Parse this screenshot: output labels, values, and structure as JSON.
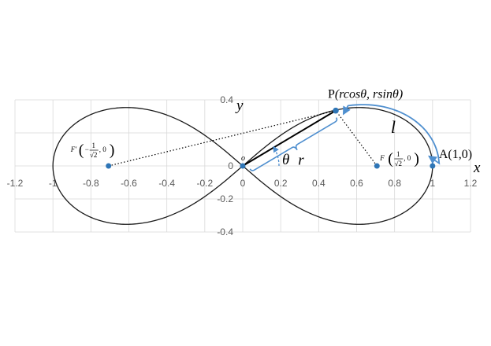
{
  "chart_data": {
    "type": "line",
    "curve": "lemniscate of Bernoulli, r^2 = cos(2θ)",
    "xlim": [
      -1.2,
      1.2
    ],
    "ylim": [
      -0.4,
      0.4
    ],
    "grid": true,
    "x_ticks": [
      "-1.2",
      "-1",
      "-0.8",
      "-0.6",
      "-0.4",
      "-0.2",
      "0",
      "0.2",
      "0.4",
      "0.6",
      "0.8",
      "1",
      "1.2"
    ],
    "y_ticks": [
      "0.4",
      "0",
      "-0.2",
      "-0.4"
    ],
    "x_axis_label": "x",
    "y_axis_label": "y",
    "origin_label": "o",
    "point_P": {
      "label_prefix": "P",
      "label_coords": "(rcosθ, rsinθ)",
      "theta_deg": 34.2,
      "x": 0.49,
      "y": 0.335
    },
    "point_A": {
      "label": "A(1,0)",
      "x": 1,
      "y": 0
    },
    "focus_left": {
      "prefix": "F′",
      "sign": "−",
      "num": "1",
      "den": "√2",
      "tail": ", 0",
      "x": -0.7071,
      "y": 0
    },
    "focus_right": {
      "prefix": "F",
      "sign": "",
      "num": "1",
      "den": "√2",
      "tail": ", 0",
      "x": 0.7071,
      "y": 0
    },
    "labels": {
      "r": "r",
      "theta": "θ",
      "l": "l"
    },
    "colors": {
      "curve": "#1a1a1a",
      "accent": "#4f8fcf",
      "point": "#2e75b6",
      "grid": "#d9d9d9"
    }
  }
}
